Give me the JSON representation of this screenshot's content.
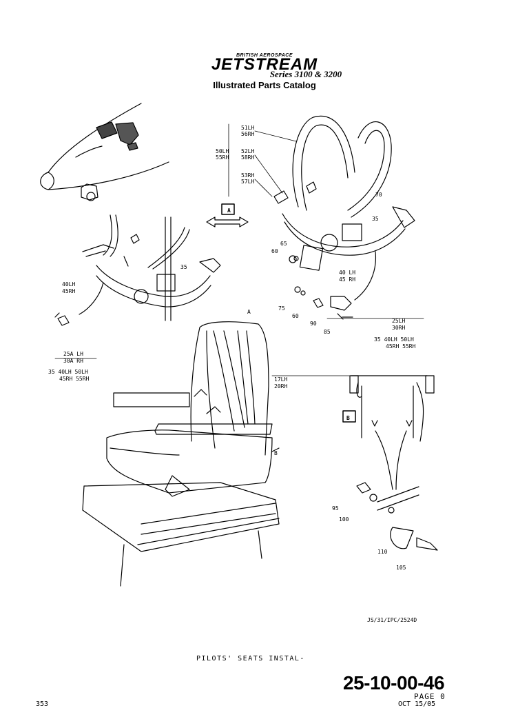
{
  "header": {
    "manufacturer": "BRITISH AEROSPACE",
    "brand": "JETSTREAM",
    "series": "Series 3100 & 3200",
    "title": "Illustrated Parts Catalog"
  },
  "callouts": {
    "view_a": "A",
    "view_b": "B",
    "arrow_a": "A",
    "arrow_b": "B",
    "c51": "51LH",
    "c56": "56RH",
    "c50": "50LH",
    "c55": "55RH",
    "c52": "52LH",
    "c58": "58RH",
    "c53": "53RH",
    "c57": "57LH",
    "c70": "70",
    "c35a": "35",
    "c35b": "35",
    "c65": "65",
    "c60a": "60",
    "c60b": "60",
    "c40r": "40 LH",
    "c45r": "45 RH",
    "c40l": "40LH",
    "c45l": "45RH",
    "c75": "75",
    "c90": "90",
    "c85": "85",
    "c25": "25LH",
    "c30": "30RH",
    "c25r_note1": "35 40LH 50LH",
    "c25r_note2": "45RH 55RH",
    "c25a": "25A LH",
    "c30a": "30A RH",
    "c25l_note1": "35 40LH 50LH",
    "c25l_note2": "45RH 55RH",
    "c17": "17LH",
    "c20": "20RH",
    "c95": "95",
    "c100": "100",
    "c110": "110",
    "c105": "105"
  },
  "figure_ref": "JS/31/IPC/2524D",
  "caption": "PILOTS' SEATS INSTAL-",
  "doc_number": "25-10-00-46",
  "page": "PAGE 0",
  "footer": {
    "left": "353",
    "right": "OCT 15/05"
  }
}
